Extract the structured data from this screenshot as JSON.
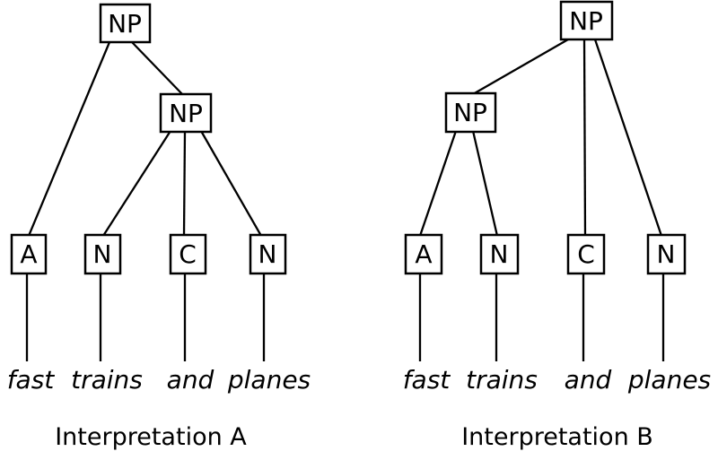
{
  "colors": {
    "background": "#ffffff",
    "line": "#000000",
    "text": "#000000"
  },
  "sentence": "fast trains and planes",
  "trees": [
    {
      "caption": "Interpretation A",
      "nodes": {
        "root": "NP",
        "phrase": "NP",
        "leaf_a": "A",
        "leaf_n1": "N",
        "leaf_c": "C",
        "leaf_n2": "N"
      },
      "words": {
        "w1": "fast",
        "w2": "trains",
        "w3": "and",
        "w4": "planes"
      }
    },
    {
      "caption": "Interpretation B",
      "nodes": {
        "root": "NP",
        "phrase": "NP",
        "leaf_a": "A",
        "leaf_n1": "N",
        "leaf_c": "C",
        "leaf_n2": "N"
      },
      "words": {
        "w1": "fast",
        "w2": "trains",
        "w3": "and",
        "w4": "planes"
      }
    }
  ]
}
